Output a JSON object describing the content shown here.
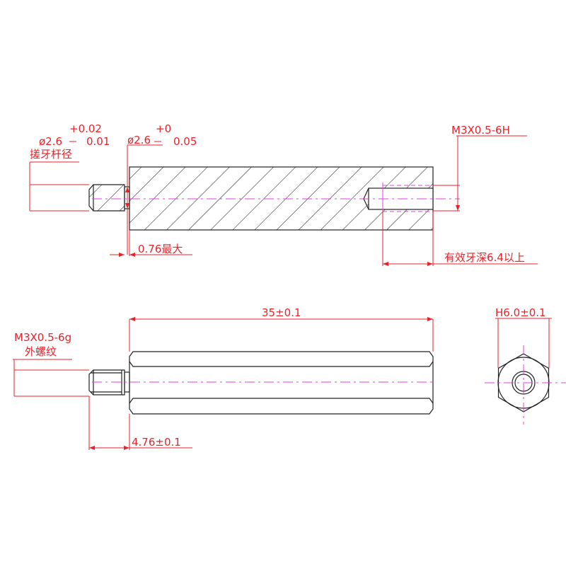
{
  "top_view": {
    "dia1": "ø2.6",
    "tol1_upper": "+0.02",
    "tol1_lower": "0.01",
    "dia1_label": "搓牙杆径",
    "dia2": "ø2.6",
    "tol2_upper": "+0",
    "tol2_lower": "0.05",
    "neck_length": "0.76最大",
    "thread_spec": "M3X0.5-6H",
    "thread_depth": "有效牙深6.4以上"
  },
  "side_view": {
    "length": "35±0.1",
    "thread_spec": "M3X0.5-6g",
    "thread_label": "外螺纹",
    "stud_length": "4.76±0.1"
  },
  "end_view": {
    "hex_size": "H6.0±0.1"
  },
  "colors": {
    "dimension": "#e8222a",
    "centerline": "#e040e0",
    "outline": "#222222"
  }
}
